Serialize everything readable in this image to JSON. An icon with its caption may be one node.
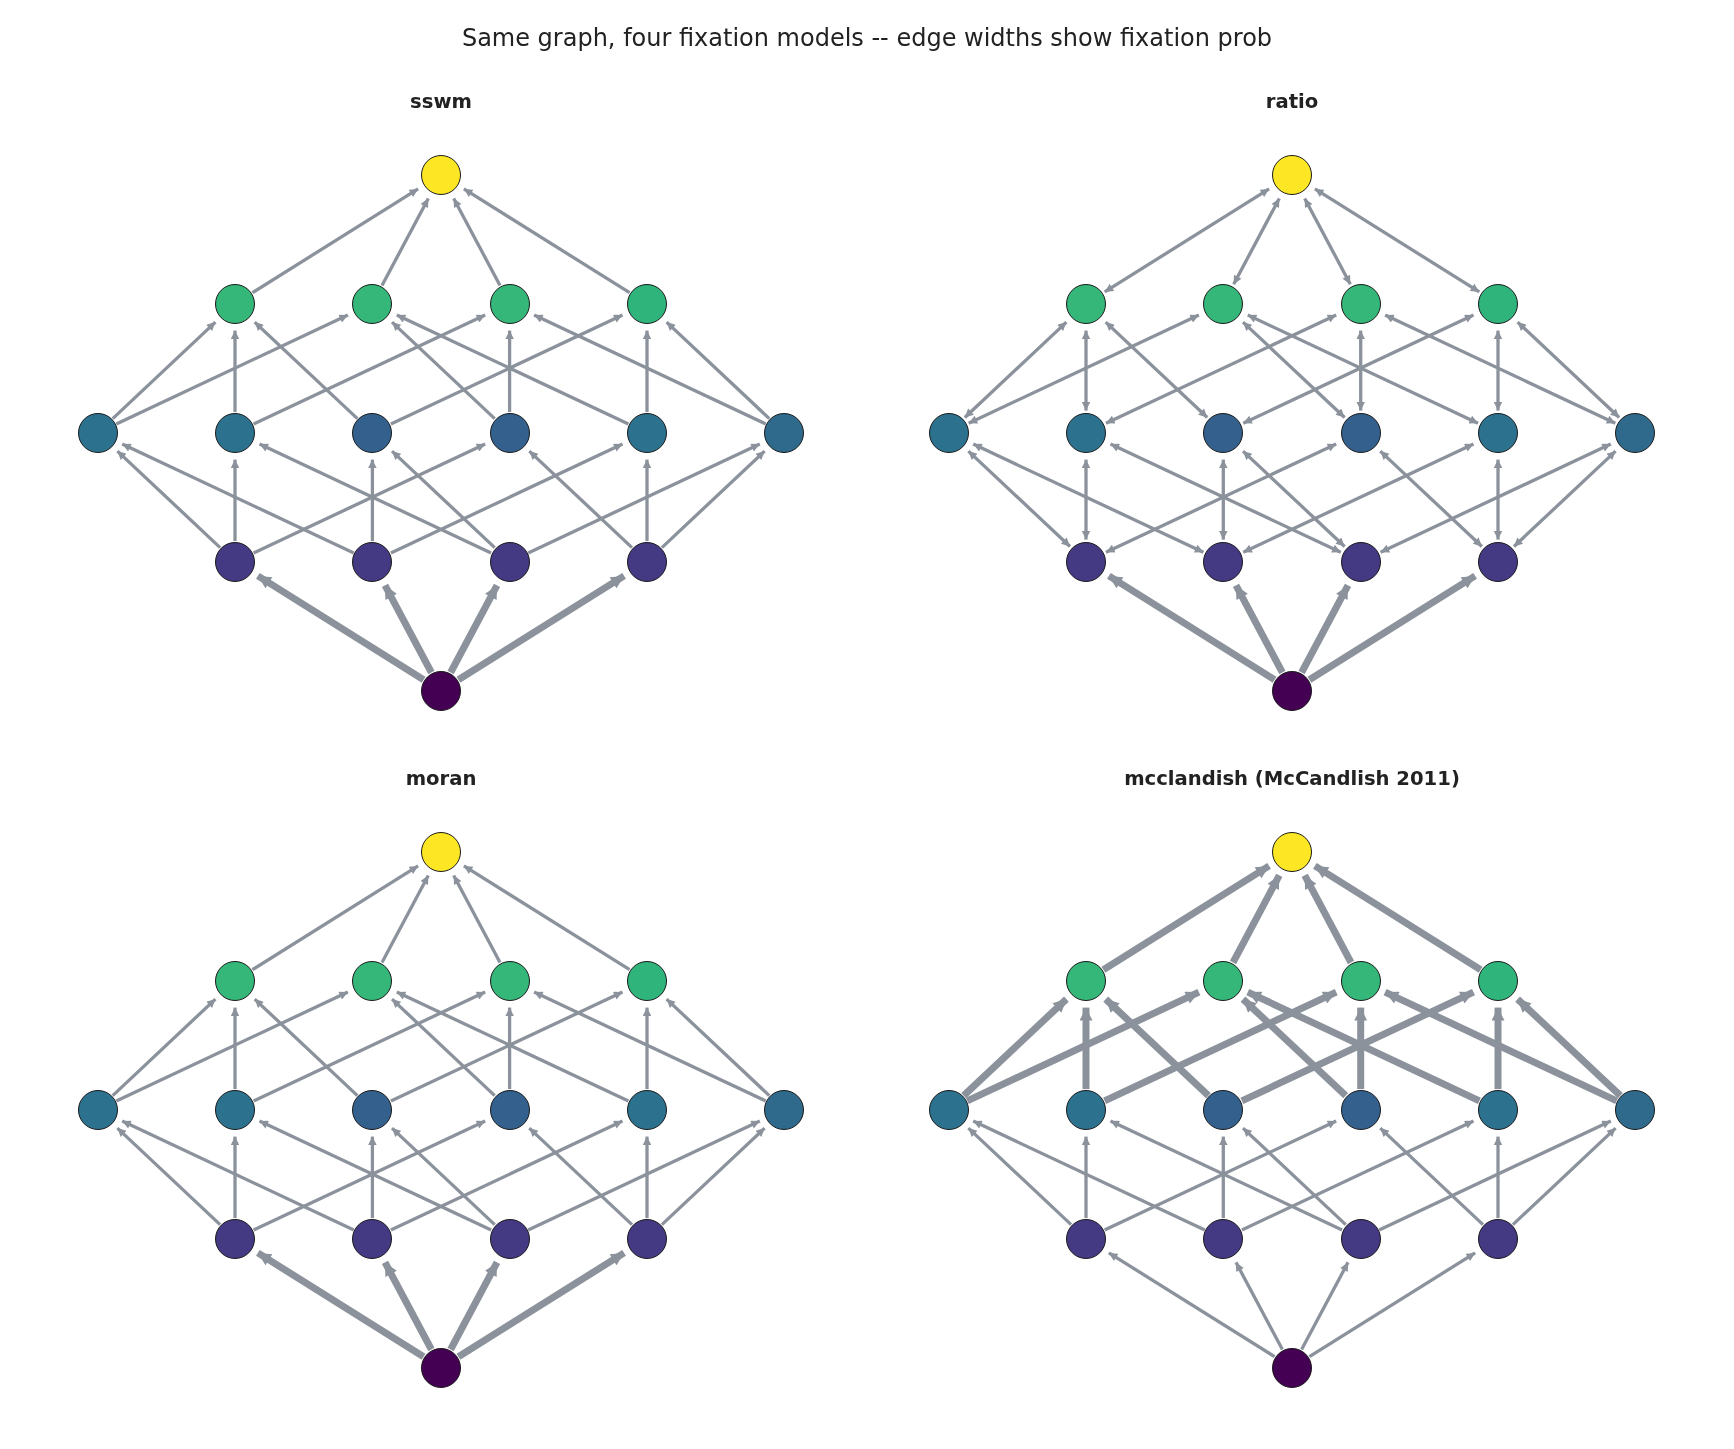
{
  "diagram": {
    "title": "Same graph, four fixation models -- edge widths show fixation prob",
    "nodes": [
      {
        "text": [],
        "shape": "circle"
      },
      {
        "text": [],
        "shape": "circle"
      },
      {
        "text": [],
        "shape": "circle"
      },
      {
        "text": [],
        "shape": "circle"
      },
      {
        "text": [],
        "shape": "circle"
      },
      {
        "text": [],
        "shape": "circle"
      },
      {
        "text": [],
        "shape": "circle"
      },
      {
        "text": [],
        "shape": "circle"
      },
      {
        "text": [],
        "shape": "circle"
      },
      {
        "text": [],
        "shape": "circle"
      },
      {
        "text": [],
        "shape": "circle"
      },
      {
        "text": [],
        "shape": "circle"
      },
      {
        "text": [],
        "shape": "circle"
      },
      {
        "text": [],
        "shape": "circle"
      },
      {
        "text": [],
        "shape": "circle"
      },
      {
        "text": [],
        "shape": "circle"
      },
      {
        "text": [],
        "shape": "circle"
      },
      {
        "text": [],
        "shape": "circle"
      },
      {
        "text": [],
        "shape": "circle"
      },
      {
        "text": [],
        "shape": "circle"
      },
      {
        "text": [],
        "shape": "circle"
      },
      {
        "text": [],
        "shape": "circle"
      },
      {
        "text": [],
        "shape": "circle"
      },
      {
        "text": [],
        "shape": "circle"
      },
      {
        "text": [],
        "shape": "circle"
      },
      {
        "text": [],
        "shape": "circle"
      },
      {
        "text": [],
        "shape": "circle"
      },
      {
        "text": [],
        "shape": "circle"
      },
      {
        "text": [],
        "shape": "circle"
      },
      {
        "text": [],
        "shape": "circle"
      },
      {
        "text": [],
        "shape": "circle"
      },
      {
        "text": [],
        "shape": "circle"
      },
      {
        "text": [],
        "shape": "circle"
      },
      {
        "text": [],
        "shape": "circle"
      },
      {
        "text": [],
        "shape": "circle"
      },
      {
        "text": [],
        "shape": "circle"
      },
      {
        "text": [],
        "shape": "circle"
      },
      {
        "text": [],
        "shape": "circle"
      },
      {
        "text": [],
        "shape": "circle"
      },
      {
        "text": [],
        "shape": "circle"
      },
      {
        "text": [],
        "shape": "circle"
      },
      {
        "text": [],
        "shape": "circle"
      },
      {
        "text": [],
        "shape": "circle"
      },
      {
        "text": [],
        "shape": "circle"
      },
      {
        "text": [],
        "shape": "circle"
      },
      {
        "text": [],
        "shape": "circle"
      },
      {
        "text": [],
        "shape": "circle"
      },
      {
        "text": [],
        "shape": "circle"
      },
      {
        "text": [],
        "shape": "circle"
      },
      {
        "text": [],
        "shape": "circle"
      },
      {
        "text": [],
        "shape": "circle"
      },
      {
        "text": [],
        "shape": "circle"
      },
      {
        "text": [],
        "shape": "circle"
      },
      {
        "text": [],
        "shape": "circle"
      },
      {
        "text": [],
        "shape": "circle"
      },
      {
        "text": [],
        "shape": "circle"
      },
      {
        "text": [],
        "shape": "circle"
      },
      {
        "text": [],
        "shape": "circle"
      },
      {
        "text": [],
        "shape": "circle"
      },
      {
        "text": [],
        "shape": "circle"
      },
      {
        "text": [],
        "shape": "circle"
      },
      {
        "text": [],
        "shape": "circle"
      },
      {
        "text": [],
        "shape": "circle"
      },
      {
        "text": [],
        "shape": "circle"
      }
    ],
    "edges": [
      {
        "from": 15,
        "to": 11,
        "arrow": "to",
        "style": "thick"
      },
      {
        "from": 15,
        "to": 12,
        "arrow": "to",
        "style": "thick"
      },
      {
        "from": 15,
        "to": 13,
        "arrow": "to",
        "style": "thick"
      },
      {
        "from": 15,
        "to": 14,
        "arrow": "to",
        "style": "thick"
      },
      {
        "from": 11,
        "to": 5,
        "arrow": "to"
      },
      {
        "from": 11,
        "to": 6,
        "arrow": "to"
      },
      {
        "from": 11,
        "to": 8,
        "arrow": "to"
      },
      {
        "from": 12,
        "to": 5,
        "arrow": "to"
      },
      {
        "from": 12,
        "to": 7,
        "arrow": "to"
      },
      {
        "from": 12,
        "to": 9,
        "arrow": "to"
      },
      {
        "from": 13,
        "to": 6,
        "arrow": "to"
      },
      {
        "from": 13,
        "to": 7,
        "arrow": "to"
      },
      {
        "from": 13,
        "to": 10,
        "arrow": "to"
      },
      {
        "from": 14,
        "to": 8,
        "arrow": "to"
      },
      {
        "from": 14,
        "to": 9,
        "arrow": "to"
      },
      {
        "from": 14,
        "to": 10,
        "arrow": "to"
      },
      {
        "from": 5,
        "to": 1,
        "arrow": "to"
      },
      {
        "from": 5,
        "to": 2,
        "arrow": "to"
      },
      {
        "from": 6,
        "to": 1,
        "arrow": "to"
      },
      {
        "from": 6,
        "to": 3,
        "arrow": "to"
      },
      {
        "from": 7,
        "to": 1,
        "arrow": "to"
      },
      {
        "from": 7,
        "to": 4,
        "arrow": "to"
      },
      {
        "from": 8,
        "to": 2,
        "arrow": "to"
      },
      {
        "from": 8,
        "to": 3,
        "arrow": "to"
      },
      {
        "from": 9,
        "to": 2,
        "arrow": "to"
      },
      {
        "from": 9,
        "to": 4,
        "arrow": "to"
      },
      {
        "from": 10,
        "to": 3,
        "arrow": "to"
      },
      {
        "from": 10,
        "to": 4,
        "arrow": "to"
      },
      {
        "from": 1,
        "to": 0,
        "arrow": "to"
      },
      {
        "from": 2,
        "to": 0,
        "arrow": "to"
      },
      {
        "from": 3,
        "to": 0,
        "arrow": "to"
      },
      {
        "from": 4,
        "to": 0,
        "arrow": "to"
      },
      {
        "from": 31,
        "to": 27,
        "arrow": "to",
        "style": "thick"
      },
      {
        "from": 31,
        "to": 28,
        "arrow": "to",
        "style": "thick"
      },
      {
        "from": 31,
        "to": 29,
        "arrow": "to",
        "style": "thick"
      },
      {
        "from": 31,
        "to": 30,
        "arrow": "to",
        "style": "thick"
      },
      {
        "from": 27,
        "to": 21,
        "arrow": "both"
      },
      {
        "from": 27,
        "to": 22,
        "arrow": "both"
      },
      {
        "from": 27,
        "to": 24,
        "arrow": "both"
      },
      {
        "from": 28,
        "to": 21,
        "arrow": "both"
      },
      {
        "from": 28,
        "to": 23,
        "arrow": "both"
      },
      {
        "from": 28,
        "to": 25,
        "arrow": "both"
      },
      {
        "from": 29,
        "to": 22,
        "arrow": "both"
      },
      {
        "from": 29,
        "to": 23,
        "arrow": "both"
      },
      {
        "from": 29,
        "to": 26,
        "arrow": "both"
      },
      {
        "from": 30,
        "to": 24,
        "arrow": "both"
      },
      {
        "from": 30,
        "to": 25,
        "arrow": "both"
      },
      {
        "from": 30,
        "to": 26,
        "arrow": "both"
      },
      {
        "from": 21,
        "to": 17,
        "arrow": "both"
      },
      {
        "from": 21,
        "to": 18,
        "arrow": "both"
      },
      {
        "from": 22,
        "to": 17,
        "arrow": "both"
      },
      {
        "from": 22,
        "to": 19,
        "arrow": "both"
      },
      {
        "from": 23,
        "to": 17,
        "arrow": "both"
      },
      {
        "from": 23,
        "to": 20,
        "arrow": "both"
      },
      {
        "from": 24,
        "to": 18,
        "arrow": "both"
      },
      {
        "from": 24,
        "to": 19,
        "arrow": "both"
      },
      {
        "from": 25,
        "to": 18,
        "arrow": "both"
      },
      {
        "from": 25,
        "to": 20,
        "arrow": "both"
      },
      {
        "from": 26,
        "to": 19,
        "arrow": "both"
      },
      {
        "from": 26,
        "to": 20,
        "arrow": "both"
      },
      {
        "from": 17,
        "to": 16,
        "arrow": "both"
      },
      {
        "from": 18,
        "to": 16,
        "arrow": "both"
      },
      {
        "from": 19,
        "to": 16,
        "arrow": "both"
      },
      {
        "from": 20,
        "to": 16,
        "arrow": "both"
      },
      {
        "from": 47,
        "to": 43,
        "arrow": "to",
        "style": "thick"
      },
      {
        "from": 47,
        "to": 44,
        "arrow": "to",
        "style": "thick"
      },
      {
        "from": 47,
        "to": 45,
        "arrow": "to",
        "style": "thick"
      },
      {
        "from": 47,
        "to": 46,
        "arrow": "to",
        "style": "thick"
      },
      {
        "from": 43,
        "to": 37,
        "arrow": "to"
      },
      {
        "from": 43,
        "to": 38,
        "arrow": "to"
      },
      {
        "from": 43,
        "to": 40,
        "arrow": "to"
      },
      {
        "from": 44,
        "to": 37,
        "arrow": "to"
      },
      {
        "from": 44,
        "to": 39,
        "arrow": "to"
      },
      {
        "from": 44,
        "to": 41,
        "arrow": "to"
      },
      {
        "from": 45,
        "to": 38,
        "arrow": "to"
      },
      {
        "from": 45,
        "to": 39,
        "arrow": "to"
      },
      {
        "from": 45,
        "to": 42,
        "arrow": "to"
      },
      {
        "from": 46,
        "to": 40,
        "arrow": "to"
      },
      {
        "from": 46,
        "to": 41,
        "arrow": "to"
      },
      {
        "from": 46,
        "to": 42,
        "arrow": "to"
      },
      {
        "from": 37,
        "to": 33,
        "arrow": "to"
      },
      {
        "from": 37,
        "to": 34,
        "arrow": "to"
      },
      {
        "from": 38,
        "to": 33,
        "arrow": "to"
      },
      {
        "from": 38,
        "to": 35,
        "arrow": "to"
      },
      {
        "from": 39,
        "to": 33,
        "arrow": "to"
      },
      {
        "from": 39,
        "to": 36,
        "arrow": "to"
      },
      {
        "from": 40,
        "to": 34,
        "arrow": "to"
      },
      {
        "from": 40,
        "to": 35,
        "arrow": "to"
      },
      {
        "from": 41,
        "to": 34,
        "arrow": "to"
      },
      {
        "from": 41,
        "to": 36,
        "arrow": "to"
      },
      {
        "from": 42,
        "to": 35,
        "arrow": "to"
      },
      {
        "from": 42,
        "to": 36,
        "arrow": "to"
      },
      {
        "from": 33,
        "to": 32,
        "arrow": "to"
      },
      {
        "from": 34,
        "to": 32,
        "arrow": "to"
      },
      {
        "from": 35,
        "to": 32,
        "arrow": "to"
      },
      {
        "from": 36,
        "to": 32,
        "arrow": "to"
      },
      {
        "from": 63,
        "to": 59,
        "arrow": "to"
      },
      {
        "from": 63,
        "to": 60,
        "arrow": "to"
      },
      {
        "from": 63,
        "to": 61,
        "arrow": "to"
      },
      {
        "from": 63,
        "to": 62,
        "arrow": "to"
      },
      {
        "from": 59,
        "to": 53,
        "arrow": "to"
      },
      {
        "from": 59,
        "to": 54,
        "arrow": "to"
      },
      {
        "from": 59,
        "to": 56,
        "arrow": "to"
      },
      {
        "from": 60,
        "to": 53,
        "arrow": "to"
      },
      {
        "from": 60,
        "to": 55,
        "arrow": "to"
      },
      {
        "from": 60,
        "to": 57,
        "arrow": "to"
      },
      {
        "from": 61,
        "to": 54,
        "arrow": "to"
      },
      {
        "from": 61,
        "to": 55,
        "arrow": "to"
      },
      {
        "from": 61,
        "to": 58,
        "arrow": "to"
      },
      {
        "from": 62,
        "to": 56,
        "arrow": "to"
      },
      {
        "from": 62,
        "to": 57,
        "arrow": "to"
      },
      {
        "from": 62,
        "to": 58,
        "arrow": "to"
      },
      {
        "from": 53,
        "to": 49,
        "arrow": "to",
        "style": "thick"
      },
      {
        "from": 53,
        "to": 50,
        "arrow": "to",
        "style": "thick"
      },
      {
        "from": 54,
        "to": 49,
        "arrow": "to",
        "style": "thick"
      },
      {
        "from": 54,
        "to": 51,
        "arrow": "to",
        "style": "thick"
      },
      {
        "from": 55,
        "to": 49,
        "arrow": "to",
        "style": "thick"
      },
      {
        "from": 55,
        "to": 52,
        "arrow": "to",
        "style": "thick"
      },
      {
        "from": 56,
        "to": 50,
        "arrow": "to",
        "style": "thick"
      },
      {
        "from": 56,
        "to": 51,
        "arrow": "to",
        "style": "thick"
      },
      {
        "from": 57,
        "to": 50,
        "arrow": "to",
        "style": "thick"
      },
      {
        "from": 57,
        "to": 52,
        "arrow": "to",
        "style": "thick"
      },
      {
        "from": 58,
        "to": 51,
        "arrow": "to",
        "style": "thick"
      },
      {
        "from": 58,
        "to": 52,
        "arrow": "to",
        "style": "thick"
      },
      {
        "from": 49,
        "to": 48,
        "arrow": "to",
        "style": "thick"
      },
      {
        "from": 50,
        "to": 48,
        "arrow": "to",
        "style": "thick"
      },
      {
        "from": 51,
        "to": 48,
        "arrow": "to",
        "style": "thick"
      },
      {
        "from": 52,
        "to": 48,
        "arrow": "to",
        "style": "thick"
      }
    ],
    "labels": [
      "sswm",
      "ratio",
      "moran",
      "mcclandish (McCandlish 2011)"
    ]
  }
}
